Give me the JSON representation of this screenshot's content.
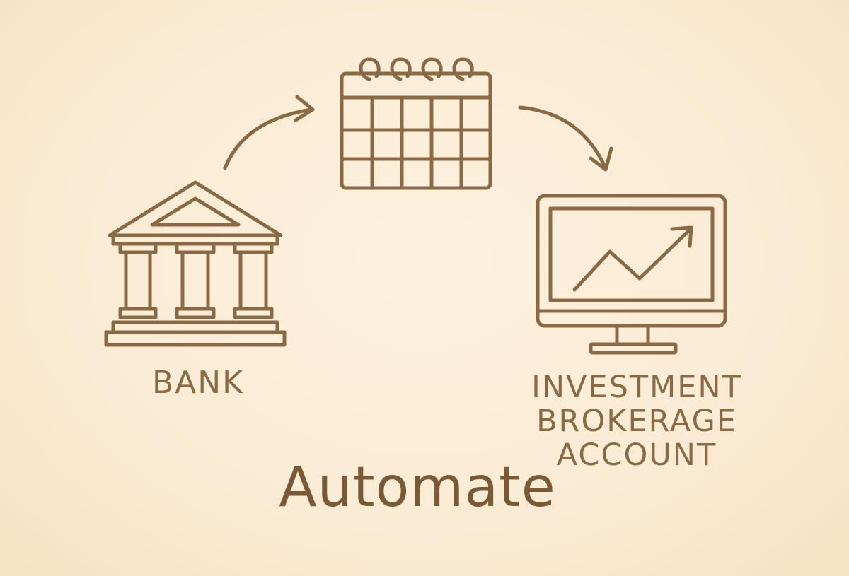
{
  "labels": {
    "bank": "BANK",
    "investment_lines": [
      "INVESTMENT",
      "BROKERAGE",
      "ACCOUNT"
    ],
    "title": "Automate"
  },
  "icons": {
    "bank": "bank-icon",
    "calendar": "calendar-icon",
    "brokerage": "monitor-chart-icon",
    "arrows": [
      "arrow-right-icon",
      "arrow-down-icon"
    ]
  },
  "colors": {
    "background": "#fbecd6",
    "stroke": "#8a6a46",
    "title": "#7a5a36"
  }
}
